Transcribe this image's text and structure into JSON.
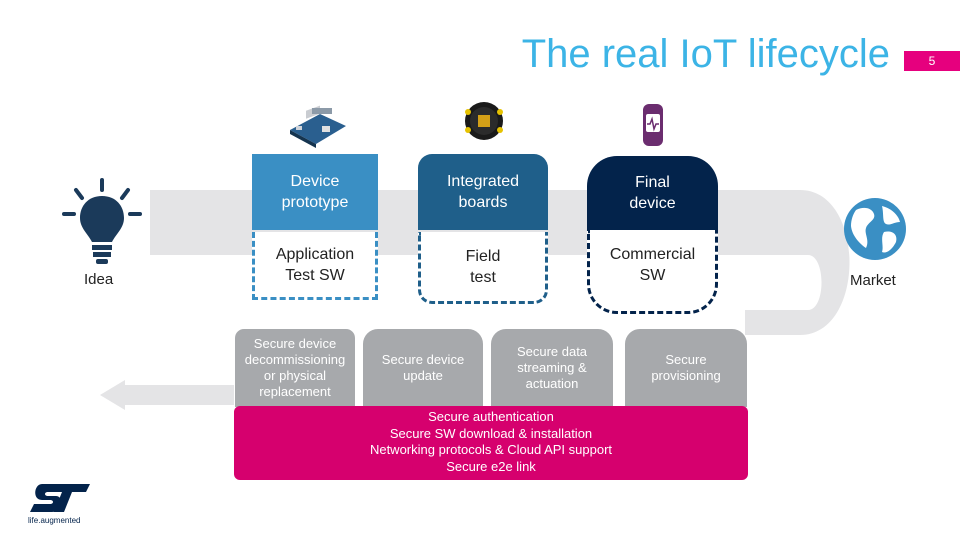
{
  "slide": {
    "title": "The real IoT lifecycle",
    "page_number": "5"
  },
  "idea": {
    "label": "Idea"
  },
  "market": {
    "label": "Market"
  },
  "stages": {
    "device_prototype": "Device\nprototype",
    "integrated_boards": "Integrated\nboards",
    "final_device": "Final\ndevice",
    "application_test_sw": "Application\nTest SW",
    "field_test": "Field\ntest",
    "commercial_sw": "Commercial\nSW"
  },
  "security": {
    "decommissioning": "Secure device\ndecommissioning\nor physical\nreplacement",
    "device_update": "Secure device\nupdate",
    "data_streaming": "Secure data\nstreaming &\nactuation",
    "provisioning": "Secure\nprovisioning",
    "foundation": [
      "Secure authentication",
      "Secure SW download & installation",
      "Networking protocols & Cloud API support",
      "Secure e2e link"
    ]
  },
  "logo": {
    "tagline": "life.augmented"
  },
  "colors": {
    "title": "#3cb4e6",
    "accent": "#e6007e",
    "box_blue": "#3a8fc4",
    "box_mid": "#1f5f8a",
    "box_navy": "#03234b",
    "grey": "#a7a9ac",
    "band": "#e4e4e6"
  }
}
